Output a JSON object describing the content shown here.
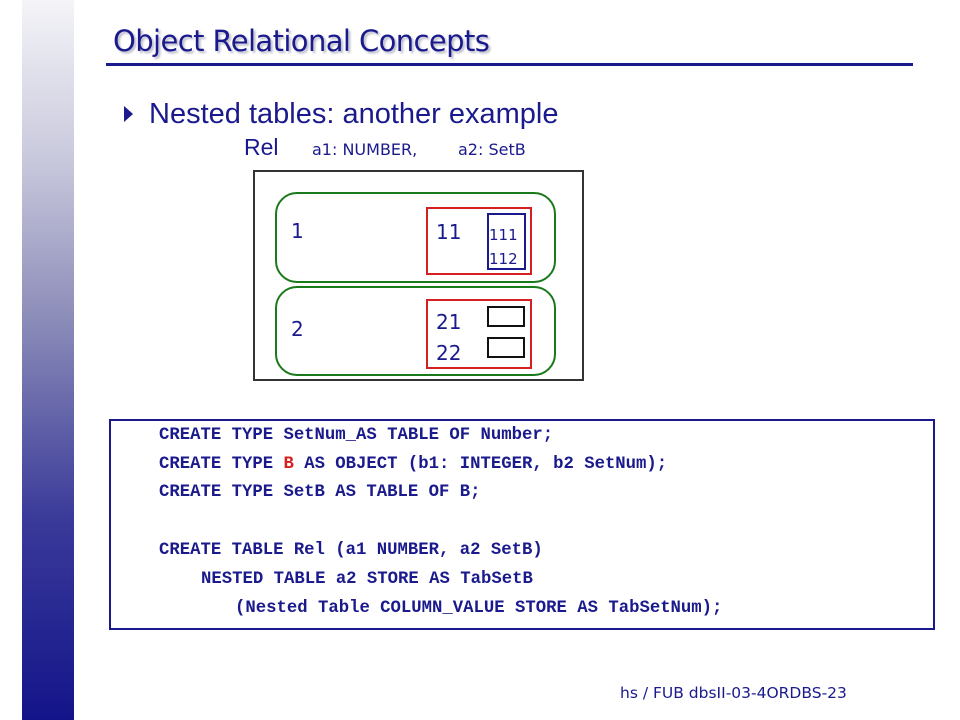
{
  "slide": {
    "title": "Object Relational Concepts",
    "bullet": "Nested tables: another example",
    "footer": "hs / FUB dbsII-03-4ORDBS-23"
  },
  "diagram": {
    "relation_name": "Rel",
    "attribute_1": "a1: NUMBER,",
    "attribute_2": "a2: SetB",
    "rows": [
      {
        "a1": "1",
        "b_values": [
          "11"
        ],
        "setnum_values": [
          "111",
          "112"
        ]
      },
      {
        "a1": "2",
        "b_values": [
          "21",
          "22"
        ]
      }
    ]
  },
  "code": {
    "lines": [
      {
        "parts": [
          "CREATE TYPE SetNum_AS TABLE OF Number;"
        ]
      },
      {
        "pre": "CREATE TYPE ",
        "hl": "B",
        "post": " AS OBJECT (b1: INTEGER, b2 SetNum);"
      },
      {
        "parts": [
          "CREATE TYPE SetB AS TABLE OF B;"
        ]
      },
      {
        "parts": [
          "CREATE TABLE Rel (a1 NUMBER, a2 SetB)"
        ]
      },
      {
        "parts": [
          "NESTED TABLE a2 STORE AS TabSetB"
        ]
      },
      {
        "parts": [
          "(Nested Table COLUMN_VALUE STORE AS TabSetNum);"
        ]
      }
    ],
    "code_keyword_color": "#1a1a8c",
    "highlight_color": "#d42020"
  },
  "colors": {
    "title_color": "#1a1a8c",
    "row_border": "#1a7a1a",
    "object_border": "#d42020",
    "nested_border": "#1a1a8c"
  }
}
